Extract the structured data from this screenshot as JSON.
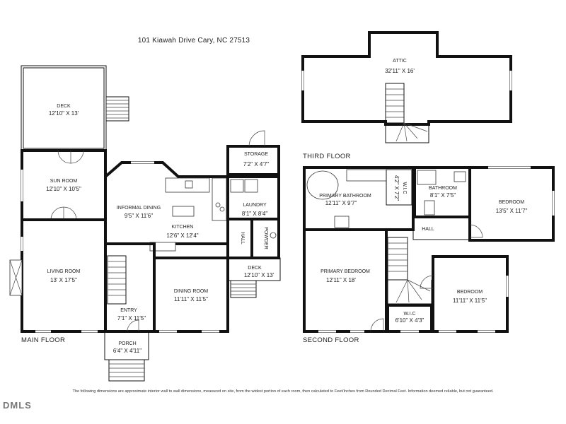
{
  "address": "101 Kiawah Drive  Cary, NC  27513",
  "disclaimer": "The following dimensions are approximate interior wall to wall dimensions, measured on site, from the widest portion of each room, then calculated to Feet/Inches from Rounded Decimal Feet. Information deemed reliable, but not guaranteed.",
  "logo": "DMLS",
  "floors": {
    "main": "MAIN FLOOR",
    "second": "SECOND FLOOR",
    "third": "THIRD FLOOR"
  },
  "rooms": {
    "deck_top": {
      "name": "DECK",
      "dim": "12'10\" X 13'"
    },
    "sun_room": {
      "name": "SUN ROOM",
      "dim": "12'10\" X 10'5\""
    },
    "storage": {
      "name": "STORAGE",
      "dim": "7'2\" X 4'7\""
    },
    "informal_dining": {
      "name": "INFORMAL DINING",
      "dim": "9'5\" X 11'6\""
    },
    "laundry": {
      "name": "LAUNDRY",
      "dim": "8'1\" X 8'4\""
    },
    "kitchen": {
      "name": "KITCHEN",
      "dim": "12'6\" X 12'4\""
    },
    "hall_main": {
      "name": "HALL"
    },
    "powder": {
      "name": "POWDER"
    },
    "living_room": {
      "name": "LIVING ROOM",
      "dim": "13' X 17'5\""
    },
    "deck_side": {
      "name": "DECK",
      "dim": "12'10\" X 13'"
    },
    "dining_room": {
      "name": "DINING ROOM",
      "dim": "11'11\" X 11'5\""
    },
    "entry": {
      "name": "ENTRY",
      "dim": "7'1\" X 11'5\""
    },
    "porch": {
      "name": "PORCH",
      "dim": "6'4\" X 4'11\""
    },
    "attic": {
      "name": "ATTIC",
      "dim": "32'11\" X 16'"
    },
    "primary_bath": {
      "name": "PRIMARY BATHROOM",
      "dim": "12'11\" X 9'7\""
    },
    "wic_top": {
      "name": "W.I.C",
      "dim": "4'2\" X 7'2\""
    },
    "bathroom": {
      "name": "BATHROOM",
      "dim": "8'1\" X 7'5\""
    },
    "bedroom_ne": {
      "name": "BEDROOM",
      "dim": "13'5\" X 11'7\""
    },
    "hall_second": {
      "name": "HALL"
    },
    "primary_bedroom": {
      "name": "PRIMARY BEDROOM",
      "dim": "12'11\" X 18'"
    },
    "bedroom_se": {
      "name": "BEDROOM",
      "dim": "11'11\" X 11'5\""
    },
    "wic_bottom": {
      "name": "W.I.C",
      "dim": "6'10\" X 4'3\""
    }
  }
}
